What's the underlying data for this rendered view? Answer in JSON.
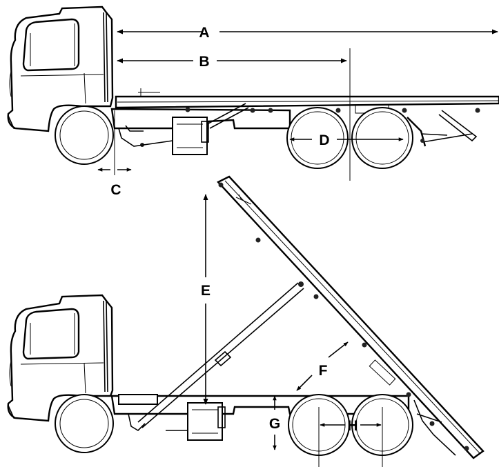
{
  "diagram": {
    "labels": {
      "a": "A",
      "b": "B",
      "c": "C",
      "d": "D",
      "e": "E",
      "f": "F",
      "g": "G",
      "h": "H"
    }
  }
}
